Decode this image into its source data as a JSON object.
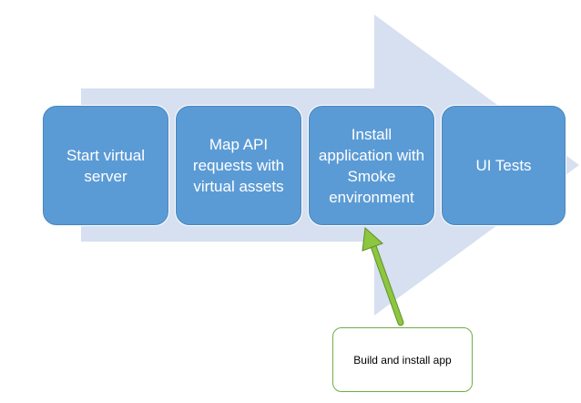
{
  "diagram": {
    "steps": [
      {
        "label": "Start virtual server"
      },
      {
        "label": "Map API requests with virtual assets"
      },
      {
        "label": "Install application with Smoke environment"
      },
      {
        "label": "UI Tests"
      }
    ],
    "callout": {
      "label": "Build and install app"
    }
  },
  "colors": {
    "step_fill": "#5b9bd5",
    "arrow_fill": "#d6e0f0",
    "pointer": "#8dc63f",
    "callout_border": "#70ad47"
  },
  "icons": {
    "process_arrow": "right-arrow-shape",
    "pointer_arrow": "up-arrow"
  }
}
